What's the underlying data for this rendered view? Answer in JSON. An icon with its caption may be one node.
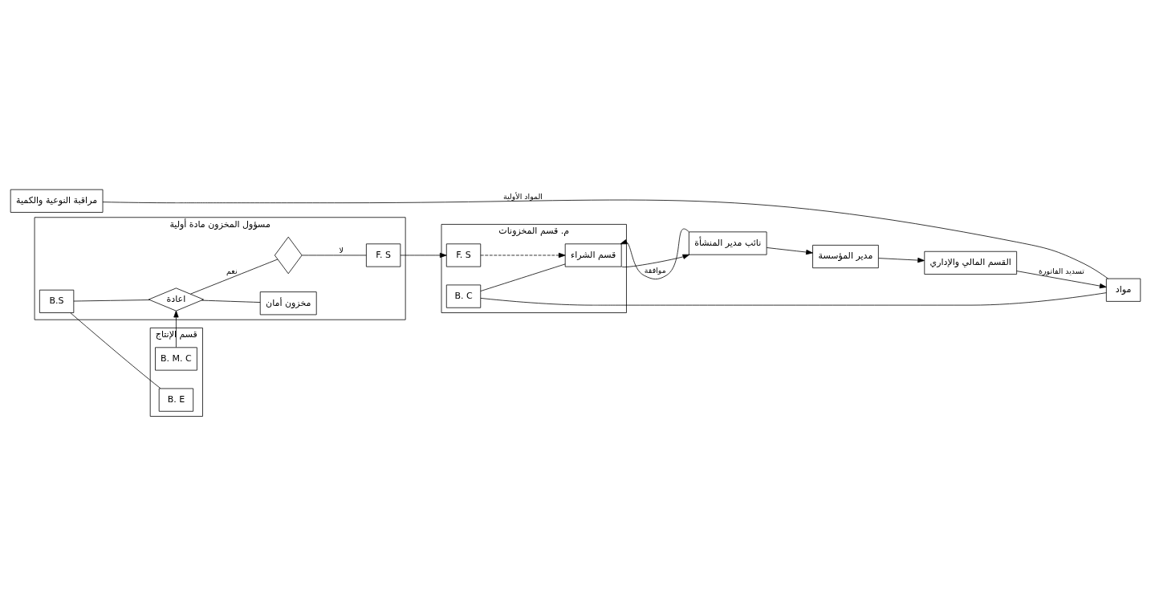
{
  "diagram": {
    "nodes": [
      {
        "text": [
          "مراقبة النوعية والكمية"
        ]
      },
      {
        "text": [
          "مسؤول المخزون مادة أولية"
        ]
      },
      {
        "text": [
          "قسم الإنتاج"
        ]
      },
      {
        "text": [
          "م. قسم المخزونات"
        ]
      },
      {
        "text": [
          "اعادة"
        ],
        "in": 1
      },
      {
        "text": [
          "مخزون أمان"
        ],
        "in": 1
      },
      {
        "text": [
          "B.S"
        ],
        "in": 1
      },
      {
        "text": [],
        "shape": "diamond",
        "in": 1
      },
      {
        "text": [
          "F. S"
        ],
        "in": 1
      },
      {
        "text": [
          "B. M. C"
        ],
        "in": 2
      },
      {
        "text": [
          "B. E"
        ],
        "in": 2
      },
      {
        "text": [
          "B. C"
        ],
        "in": 3
      },
      {
        "text": [
          "قسم الشراء"
        ],
        "in": 3
      },
      {
        "text": [
          "F. S"
        ],
        "in": 3
      },
      {
        "text": [
          "مواد"
        ]
      },
      {
        "text": [
          "نائب مدير المنشأة"
        ]
      },
      {
        "text": [
          "القسم المالي والإداري"
        ]
      },
      {
        "text": [
          "مدير المؤسسة"
        ]
      }
    ],
    "edges": [
      {
        "from": 14,
        "to": 0,
        "arrow": "none",
        "label": "المواد الأولية"
      },
      {
        "from": 9,
        "to": 4,
        "arrow": "to"
      },
      {
        "from": 6,
        "to": 4,
        "arrow": "none"
      },
      {
        "from": 4,
        "to": 5,
        "arrow": "none"
      },
      {
        "from": 4,
        "to": 7,
        "arrow": "none",
        "label": "نعم"
      },
      {
        "from": 7,
        "to": 8,
        "arrow": "none",
        "label": "لا"
      },
      {
        "from": 6,
        "to": 10,
        "arrow": "none"
      },
      {
        "from": 8,
        "to": 13,
        "arrow": "to"
      },
      {
        "from": 13,
        "to": 12,
        "arrow": "to",
        "style": "dashed"
      },
      {
        "from": 11,
        "to": 12,
        "arrow": "none"
      },
      {
        "from": 11,
        "to": 14,
        "arrow": "none"
      },
      {
        "from": 15,
        "to": 12,
        "arrow": "to",
        "label": "موافقة"
      },
      {
        "from": 12,
        "to": 15,
        "arrow": "to"
      },
      {
        "from": 16,
        "to": 14,
        "arrow": "to",
        "label": "تسديد الفاتورة"
      },
      {
        "from": 15,
        "to": 17,
        "arrow": "to"
      },
      {
        "from": 17,
        "to": 16,
        "arrow": "to"
      }
    ]
  }
}
